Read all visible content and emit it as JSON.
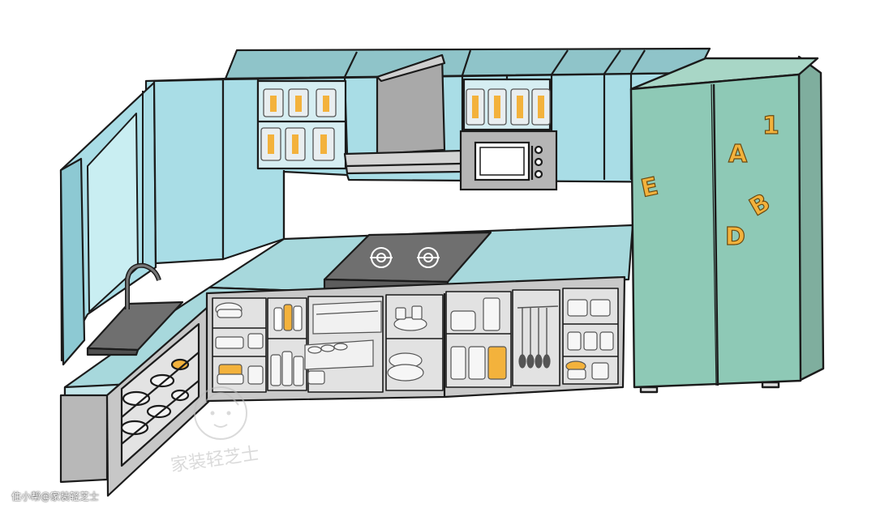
{
  "scene": {
    "subject": "kitchen-illustration",
    "colors": {
      "cabinet": "#a9dde6",
      "cabinet_dark": "#6fb3bf",
      "top_cabinet": "#8fc4c9",
      "countertop": "#a7d8dc",
      "fridge": "#8ec9b6",
      "fridge_side": "#7fae9e",
      "steel": "#a9a9a9",
      "steel_light": "#cfcfcf",
      "stove": "#6f6f6f",
      "interior": "#d9d9d9",
      "jar_lid": "#f3b23c",
      "outline": "#1b1b1b"
    }
  },
  "fridge_magnets": {
    "one": "1",
    "a_upper": "A",
    "e": "E",
    "b": "B",
    "d": "D"
  },
  "watermark": {
    "brand_text": "家装轻芝士",
    "credit_text": "住小帮@家装轻芝士"
  }
}
